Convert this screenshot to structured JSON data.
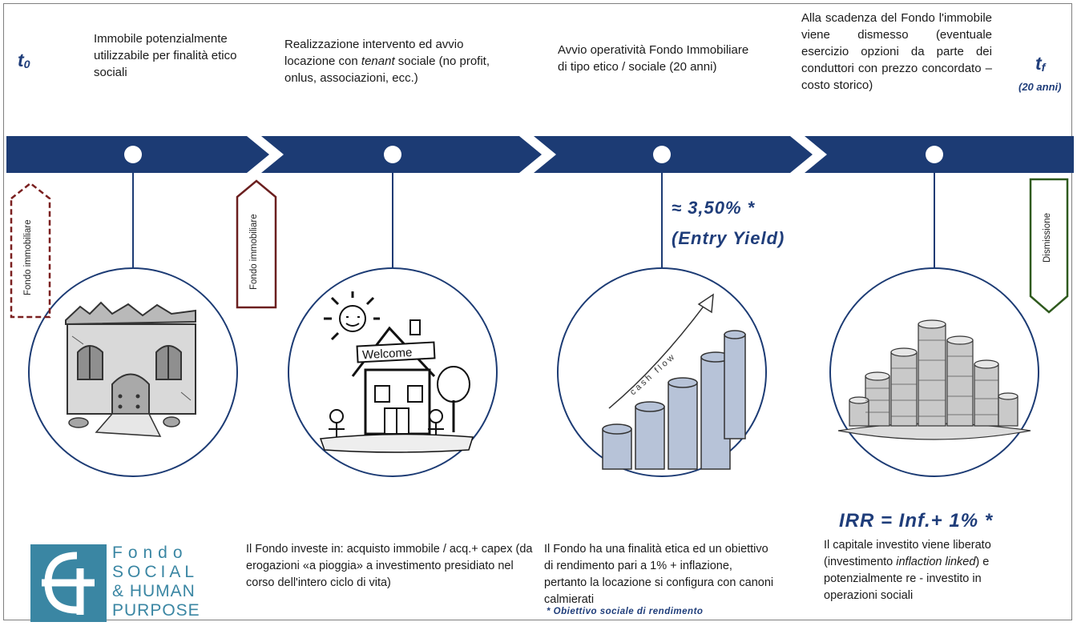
{
  "colors": {
    "arrow": "#1c3b74",
    "accent": "#1f3d7a",
    "dashed_tag": "#7a1f1f",
    "solid_tag": "#6b1f1f",
    "green_tag": "#2f5a1e",
    "logo": "#3a86a3"
  },
  "timeline": {
    "start_label": "t",
    "start_sub": "0",
    "end_label": "t",
    "end_sub": "f",
    "end_note": "(20 anni)"
  },
  "stages": [
    {
      "top_text": "Immobile potenzialmente utilizzabile per finalità etico sociali",
      "image": "ruined-building-icon"
    },
    {
      "top_text_before": "Realizzazione intervento ed avvio locazione con ",
      "top_text_em": "tenant",
      "top_text_after": " sociale (no profit, onlus, associazioni, ecc.)",
      "image": "welcome-house-icon",
      "bottom_text": "Il Fondo investe in: acquisto immobile / acq.+ capex (da erogazioni «a pioggia» a investimento presidiato nel corso dell'intero ciclo di vita)"
    },
    {
      "top_text": "Avvio operatività Fondo Immobiliare di tipo etico / sociale (20 anni)",
      "metric_line1": "≈ 3,50% *",
      "metric_line2": "(Entry Yield)",
      "image": "cash-flow-chart-icon",
      "chart_caption": "cash flow",
      "bottom_text": "Il Fondo ha una finalità etica ed un obiettivo di rendimento pari a 1% + inflazione, pertanto la locazione si configura con canoni calmierati",
      "note": "* Obiettivo sociale di rendimento"
    },
    {
      "top_text": "Alla scadenza del Fondo l'immobile viene dismesso (eventuale esercizio opzioni da parte dei conduttori con prezzo concordato – costo storico)",
      "metric": "IRR = Inf.+ 1% *",
      "image": "coin-stacks-icon",
      "bottom_text_before": "Il capitale investito viene liberato (investimento ",
      "bottom_text_em": "inflaction linked",
      "bottom_text_after": ") e potenzialmente re - investito in operazioni sociali"
    }
  ],
  "tags": {
    "dashed": "Fondo immobiliare",
    "solid": "Fondo immobiliare",
    "green": "Dismissione"
  },
  "logo": {
    "line1": "Fondo",
    "line2": "SOCIAL",
    "line3": "& HUMAN",
    "line4": "PURPOSE"
  }
}
